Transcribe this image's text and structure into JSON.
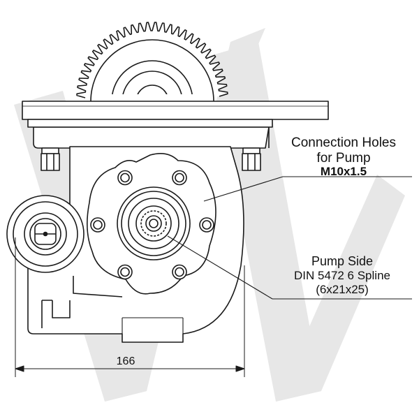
{
  "callouts": {
    "connection_holes": {
      "line1": "Connection Holes",
      "line2": "for Pump",
      "thread": "M10x1.5"
    },
    "pump_side": {
      "line1": "Pump Side",
      "line2": "DIN 5472 6 Spline",
      "line3": "(6x21x25)"
    }
  },
  "dimension": {
    "width_value": "166"
  },
  "colors": {
    "line": "#1a1a1a",
    "watermark": "#e6e6e6",
    "background": "#ffffff"
  }
}
